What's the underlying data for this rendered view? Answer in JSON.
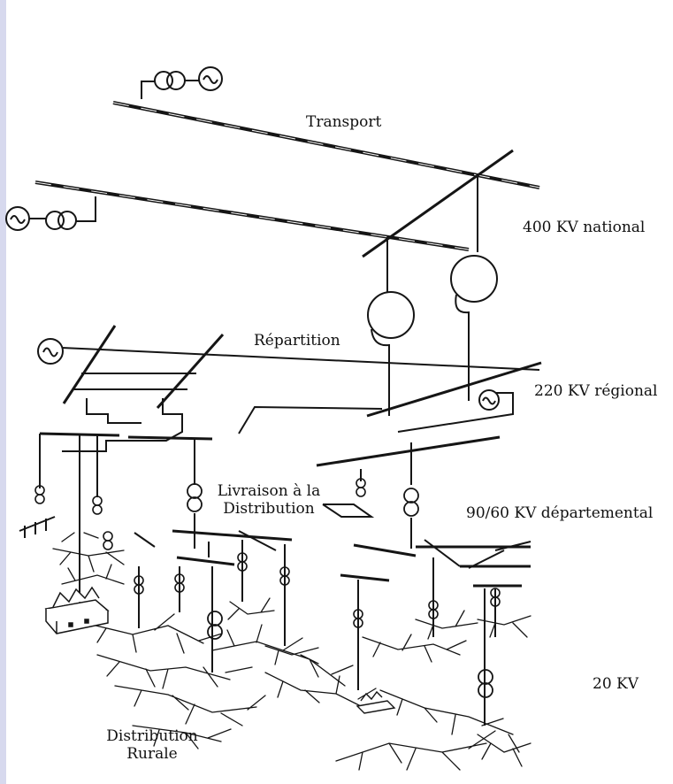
{
  "labels": {
    "transport": "Transport",
    "repartition": "Répartition",
    "livraison_line1": "Livraison à la",
    "livraison_line2": "Distribution",
    "distribution_line1": "Distribution",
    "distribution_line2": "Rurale"
  },
  "levels": {
    "national": "400 KV national",
    "regional": "220 KV régional",
    "departemental": "90/60 KV départemental",
    "local": "20 KV"
  },
  "colors": {
    "ink": "#151515",
    "left_band": "#d7d9ee",
    "background": "#ffffff"
  },
  "icons": [
    "generator-icon",
    "transformer-icon",
    "factory-icon",
    "house-icon"
  ]
}
